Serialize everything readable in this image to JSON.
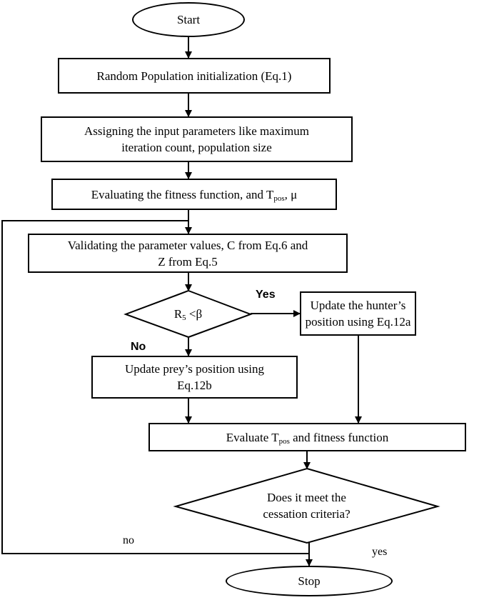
{
  "flowchart": {
    "start": "Start",
    "step1": "Random Population initialization (Eq.1)",
    "step2_line1": "Assigning the input parameters like maximum",
    "step2_line2": "iteration count, population size",
    "step3_pre": "Evaluating the fitness function, and T",
    "step3_sub": "pos",
    "step3_post": ", μ",
    "step4_line1": "Validating the parameter values, C from Eq.6 and",
    "step4_line2": "Z from Eq.5",
    "decision1_pre": "R",
    "decision1_sub": "5",
    "decision1_post": " <β",
    "hunter_line1": "Update the hunter’s",
    "hunter_line2": "position using Eq.12a",
    "prey_line1": "Update prey’s position using",
    "prey_line2": "Eq.12b",
    "evaluate_pre": "Evaluate T",
    "evaluate_sub": "pos",
    "evaluate_post": " and fitness function",
    "decision2_line1": "Does it meet the",
    "decision2_line2": "cessation criteria?",
    "stop": "Stop"
  },
  "edge_labels": {
    "yes_branch": "Yes",
    "no_branch": "No",
    "loop_no": "no",
    "exit_yes": "yes"
  }
}
